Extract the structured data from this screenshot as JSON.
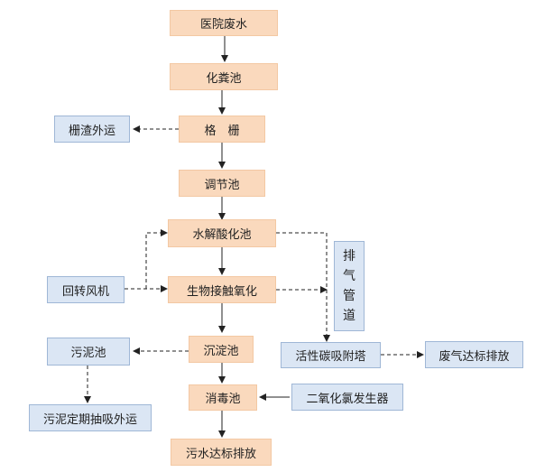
{
  "nodes": {
    "hospital": "医院废水",
    "septic": "化粪池",
    "grille": "格　栅",
    "grille_out": "栅渣外运",
    "regulating": "调节池",
    "hydrolysis": "水解酸化池",
    "bio": "生物接触氧化",
    "blower": "回转风机",
    "sedimentation": "沉淀池",
    "sludge": "污泥池",
    "sludge_out": "污泥定期抽吸外运",
    "disinfect": "消毒池",
    "chlorine": "二氧化氯发生器",
    "discharge": "污水达标排放",
    "pipe": [
      "排",
      "气",
      "管",
      "道"
    ],
    "carbon": "活性碳吸附塔",
    "gas_out": "废气达标排放"
  }
}
